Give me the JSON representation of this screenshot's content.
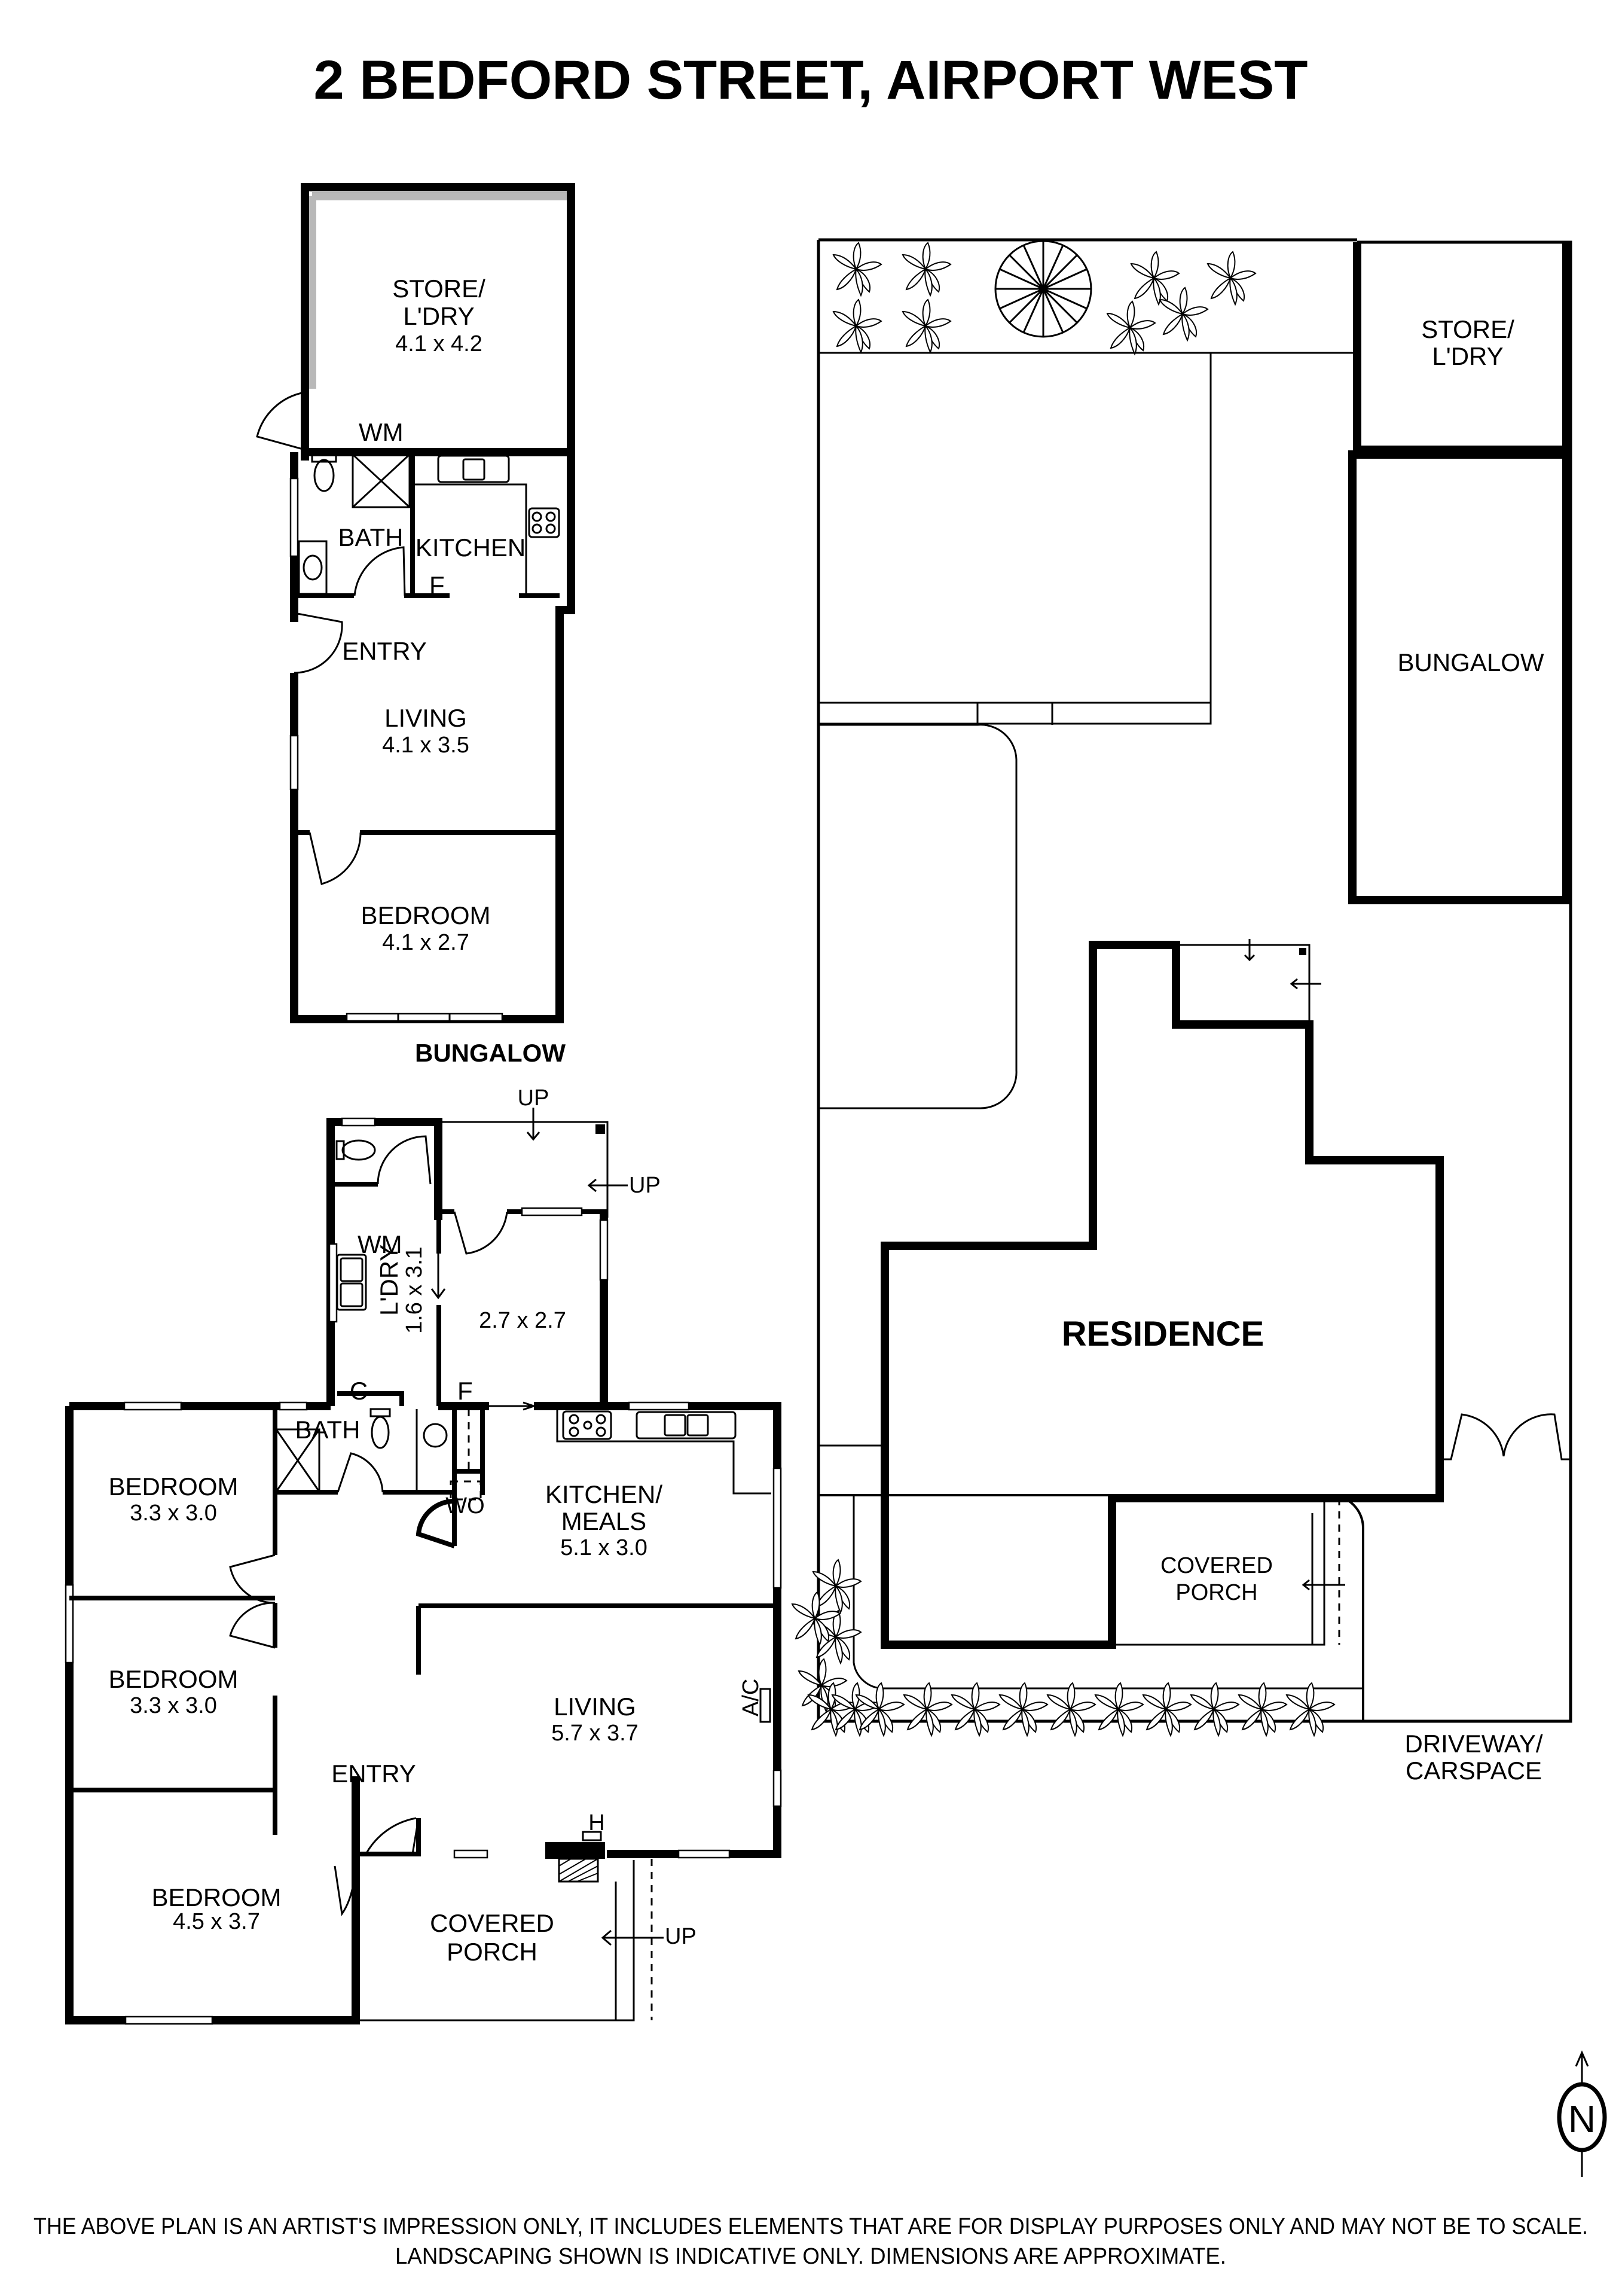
{
  "title": "2 BEDFORD STREET, AIRPORT WEST",
  "bungalow_plan": {
    "caption": "BUNGALOW",
    "rooms": [
      {
        "name": "STORE/",
        "name2": "L'DRY",
        "dims": "4.1 x 4.2"
      },
      {
        "name": "BATH"
      },
      {
        "name": "KITCHEN"
      },
      {
        "name": "ENTRY"
      },
      {
        "name": "LIVING",
        "dims": "4.1 x 3.5"
      },
      {
        "name": "BEDROOM",
        "dims": "4.1 x 2.7"
      }
    ],
    "fixtures": {
      "wm": "WM",
      "fridge": "F"
    }
  },
  "residence_plan": {
    "rooms": [
      {
        "name": "L'DRY",
        "dims": "1.6 x 3.1"
      },
      {
        "name": "",
        "dims": "2.7 x 2.7"
      },
      {
        "name": "BATH"
      },
      {
        "name": "BEDROOM",
        "dims": "3.3 x 3.0"
      },
      {
        "name": "BEDROOM",
        "dims": "3.3 x 3.0"
      },
      {
        "name": "BEDROOM",
        "dims": "4.5 x 3.7"
      },
      {
        "name": "KITCHEN/",
        "name2": "MEALS",
        "dims": "5.1 x 3.0"
      },
      {
        "name": "LIVING",
        "dims": "5.7 x 3.7"
      },
      {
        "name": "ENTRY"
      },
      {
        "name": "COVERED",
        "name2": "PORCH"
      }
    ],
    "fixtures": {
      "wm": "WM",
      "cupboard": "C",
      "fridge": "F",
      "wall_oven": "WO",
      "ac": "A/C",
      "heater": "H",
      "up": "UP"
    }
  },
  "site_plan": {
    "labels": {
      "store": "STORE/",
      "store2": "L'DRY",
      "bungalow": "BUNGALOW",
      "residence": "RESIDENCE",
      "porch": "COVERED",
      "porch2": "PORCH",
      "driveway": "DRIVEWAY/",
      "driveway2": "CARSPACE"
    }
  },
  "compass": {
    "label": "N"
  },
  "disclaimer": {
    "line1": "THE ABOVE PLAN IS AN ARTIST'S IMPRESSION ONLY, IT INCLUDES ELEMENTS THAT ARE FOR DISPLAY PURPOSES ONLY AND MAY NOT BE TO SCALE.",
    "line2": "LANDSCAPING SHOWN IS INDICATIVE ONLY. DIMENSIONS ARE APPROXIMATE."
  }
}
